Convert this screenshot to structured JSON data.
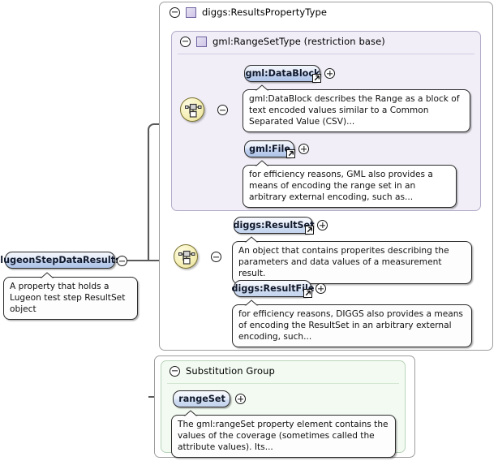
{
  "diagram": {
    "kind": "xml-schema-element-diagram",
    "root_element": {
      "name": "lugeonStepDataResults",
      "annotation": "A property that holds a Lugeon test step ResultSet object",
      "toggle": "minus"
    },
    "type_box": {
      "title": "diggs:ResultsPropertyType",
      "toggle": "minus",
      "icon": "type-swatch-icon"
    },
    "base_type_box": {
      "title": "gml:RangeSetType (restriction base)",
      "toggle": "minus",
      "icon": "type-swatch-icon"
    },
    "compositors": [
      {
        "id": "choice-gml",
        "kind": "choice",
        "toggle": "minus"
      },
      {
        "id": "choice-diggs",
        "kind": "choice",
        "toggle": "minus"
      }
    ],
    "elements": [
      {
        "name": "gml:DataBlock",
        "toggle": "plus",
        "reference": true,
        "annotation": "gml:DataBlock describes the Range as a block of text encoded values similar to a Common Separated Value (CSV)..."
      },
      {
        "name": "gml:File",
        "toggle": "plus",
        "reference": true,
        "annotation": "for efficiency reasons, GML also provides a means of encoding the range set in an arbitrary external encoding, such as..."
      },
      {
        "name": "diggs:ResultSet",
        "toggle": "plus",
        "reference": true,
        "annotation": "An object that contains properites describing the parameters and data values of a measurement result."
      },
      {
        "name": "diggs:ResultFile",
        "toggle": "plus",
        "reference": true,
        "annotation": "for efficiency reasons, DIGGS also provides a means of encoding the ResultSet in an arbitrary external encoding, such..."
      }
    ],
    "substitution_group": {
      "title": "Substitution Group",
      "toggle": "minus",
      "element": {
        "name": "rangeSet",
        "toggle": "plus",
        "annotation": "The gml:rangeSet property element contains the values of the coverage (sometimes called the attribute values). Its..."
      }
    },
    "colors": {
      "type_box_bg": "#f1eef7",
      "type_box_border": "#b3abc8",
      "substitution_bg": "#f2faf2",
      "substitution_border": "#b9d4b9",
      "outer_border": "#9d9d9d",
      "node_fill": "#bfd0ee",
      "compositor_fill": "#f6f0b8",
      "connector": "#555555"
    }
  }
}
